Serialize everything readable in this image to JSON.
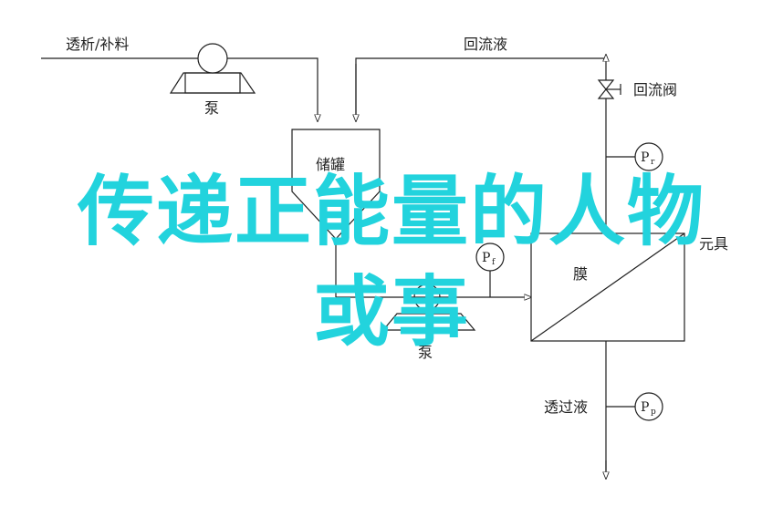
{
  "labels": {
    "feed": "透析/补料",
    "pump1": "泵",
    "reflux": "回流液",
    "reflux_valve": "回流阀",
    "tank": "储罐",
    "membrane": "膜",
    "membrane_unit": "元具",
    "pump2": "泵",
    "permeate": "透过液"
  },
  "gauges": {
    "pr": {
      "main": "P",
      "sub": "r"
    },
    "pf": {
      "main": "P",
      "sub": "f"
    },
    "pp": {
      "main": "P",
      "sub": "p"
    }
  },
  "overlay": {
    "line1": "传递正能量的人物",
    "line2": "或事"
  },
  "colors": {
    "line": "#1f1f1f",
    "overlay_text": "#22d3dd"
  }
}
